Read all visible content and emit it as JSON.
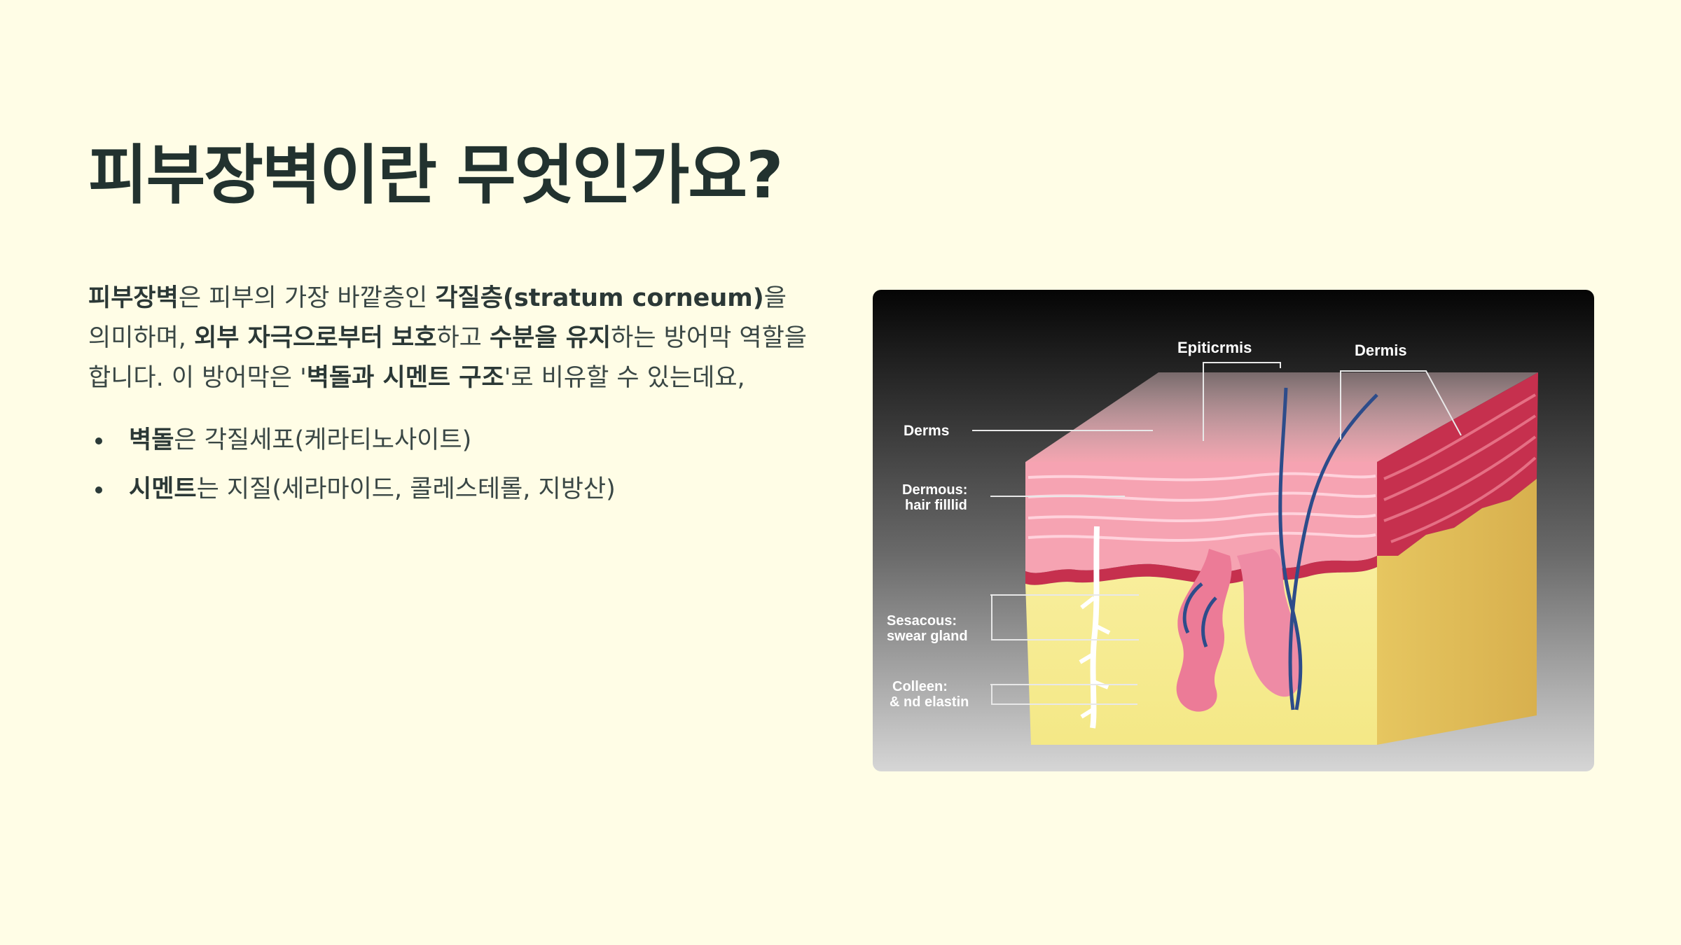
{
  "slide": {
    "title": "피부장벽이란 무엇인가요?",
    "paragraph": [
      {
        "text": "피부장벽",
        "bold": true
      },
      {
        "text": "은 피부의 가장 바깥층인 ",
        "bold": false
      },
      {
        "text": "각질층(stratum corneum)",
        "bold": true
      },
      {
        "text": "을 의미하며, ",
        "bold": false
      },
      {
        "text": "외부 자극으로부터 보호",
        "bold": true
      },
      {
        "text": "하고 ",
        "bold": false
      },
      {
        "text": "수분을 유지",
        "bold": true
      },
      {
        "text": "하는 방어막 역할을 합니다. 이 방어막은 '",
        "bold": false
      },
      {
        "text": "벽돌과 시멘트 구조",
        "bold": true
      },
      {
        "text": "'로 비유할 수 있는데요,",
        "bold": false
      }
    ],
    "bullets": [
      {
        "term": "벽돌",
        "rest": "은 각질세포(케라티노사이트)"
      },
      {
        "term": "시멘트",
        "rest": "는 지질(세라마이드, 콜레스테롤, 지방산)"
      }
    ]
  },
  "figure": {
    "labels": {
      "epidermis": "Epiticrmis",
      "dermis_top": "Dermis",
      "derms": "Derms",
      "dermous_1": "Dermous:",
      "dermous_2": "hair filllid",
      "sebaceous_1": "Sesacous:",
      "sebaceous_2": "swear gland",
      "colleen_1": "Colleen:",
      "colleen_2": "& nd elastin"
    },
    "colors": {
      "background": "#fffde6",
      "title": "#22322f",
      "figure_bg_top": "#050505",
      "figure_bg_bottom": "#d6d6d6",
      "epidermis_pink": "#f6a3b2",
      "dermis_red": "#c6304e",
      "fat_yellow": "#f6ec94"
    }
  }
}
